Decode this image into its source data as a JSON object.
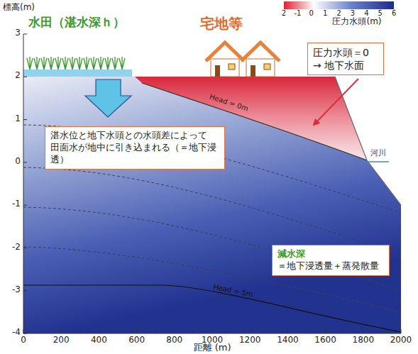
{
  "diagram": {
    "nodes": [
      {
        "text": [
          "圧力水頭＝0 → 地下水面"
        ]
      },
      {
        "text": [
          "湛水位と地下水頭との水頭差によって 田面水が地中に引き込まれる（＝地下浸透）"
        ]
      },
      {
        "text": [
          "減水深",
          "＝地下浸透量＋蒸発散量"
        ]
      }
    ],
    "labels": [
      "標高(m)",
      "3",
      "2",
      "1",
      "0",
      "-1",
      "-2",
      "-3",
      "-4",
      "0",
      "200",
      "400",
      "600",
      "800",
      "1000",
      "1200",
      "1400",
      "1600",
      "1800",
      "2000",
      "距離 (m)",
      "水田（湛水深ｈ）",
      "宅地等",
      "2",
      "-1",
      "0",
      "1",
      "2",
      "3",
      "4",
      "5",
      "6",
      "圧力水頭(m)",
      "Head = 0m",
      "Head = 5m",
      "河川"
    ]
  }
}
